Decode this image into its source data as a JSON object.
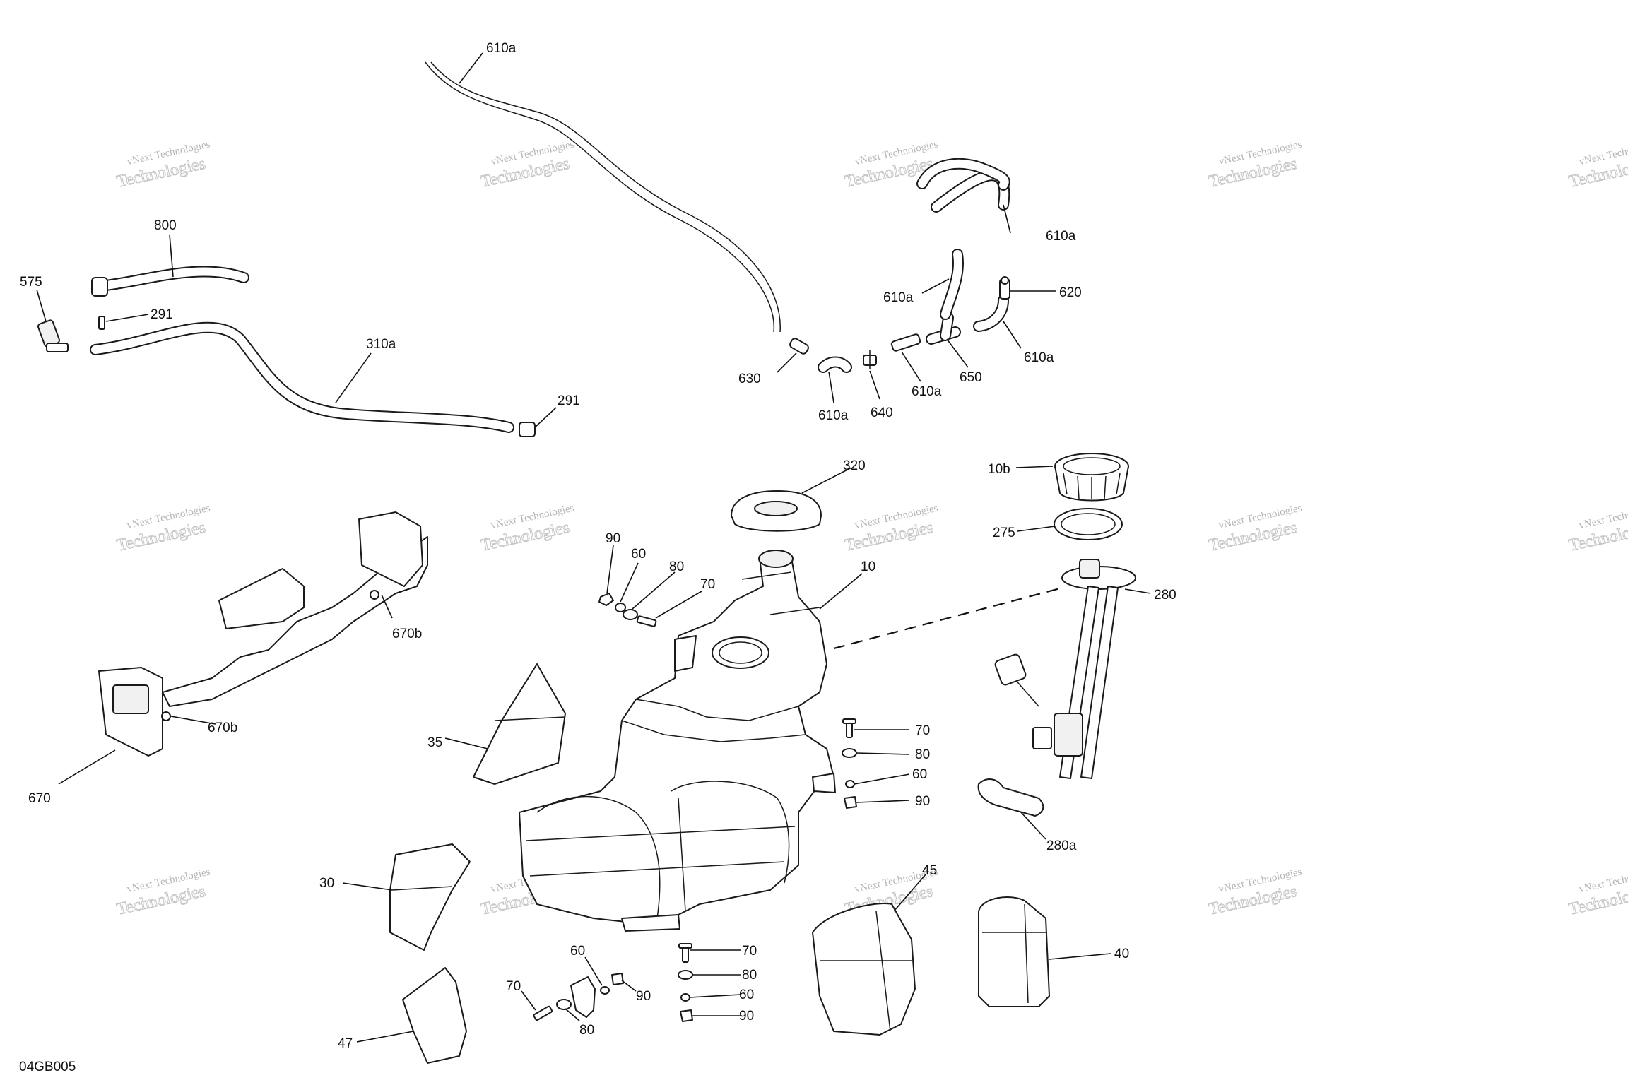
{
  "diagram_code": "04GB005",
  "watermark": {
    "line1": "vNext Technologies",
    "line2": "Technologies"
  },
  "callouts": [
    {
      "id": "c-610a-top",
      "text": "610a"
    },
    {
      "id": "c-800",
      "text": "800"
    },
    {
      "id": "c-575",
      "text": "575"
    },
    {
      "id": "c-291-a",
      "text": "291"
    },
    {
      "id": "c-310a",
      "text": "310a"
    },
    {
      "id": "c-291-b",
      "text": "291"
    },
    {
      "id": "c-610a-loop",
      "text": "610a"
    },
    {
      "id": "c-610a-elbow",
      "text": "610a"
    },
    {
      "id": "c-620",
      "text": "620"
    },
    {
      "id": "c-610a-right",
      "text": "610a"
    },
    {
      "id": "c-630",
      "text": "630"
    },
    {
      "id": "c-610a-small",
      "text": "610a"
    },
    {
      "id": "c-640",
      "text": "640"
    },
    {
      "id": "c-610a-tube",
      "text": "610a"
    },
    {
      "id": "c-650",
      "text": "650"
    },
    {
      "id": "c-320",
      "text": "320"
    },
    {
      "id": "c-10b",
      "text": "10b"
    },
    {
      "id": "c-275",
      "text": "275"
    },
    {
      "id": "c-90-top",
      "text": "90"
    },
    {
      "id": "c-60-top",
      "text": "60"
    },
    {
      "id": "c-80-top",
      "text": "80"
    },
    {
      "id": "c-70-top",
      "text": "70"
    },
    {
      "id": "c-10",
      "text": "10"
    },
    {
      "id": "c-280",
      "text": "280"
    },
    {
      "id": "c-670b-a",
      "text": "670b"
    },
    {
      "id": "c-670b-b",
      "text": "670b"
    },
    {
      "id": "c-670",
      "text": "670"
    },
    {
      "id": "c-35",
      "text": "35"
    },
    {
      "id": "c-70-right",
      "text": "70"
    },
    {
      "id": "c-80-right",
      "text": "80"
    },
    {
      "id": "c-60-right",
      "text": "60"
    },
    {
      "id": "c-90-right",
      "text": "90"
    },
    {
      "id": "c-280a",
      "text": "280a"
    },
    {
      "id": "c-30",
      "text": "30"
    },
    {
      "id": "c-45",
      "text": "45"
    },
    {
      "id": "c-40",
      "text": "40"
    },
    {
      "id": "c-60-bl",
      "text": "60"
    },
    {
      "id": "c-70-bc",
      "text": "70"
    },
    {
      "id": "c-80-bc",
      "text": "80"
    },
    {
      "id": "c-60-bc",
      "text": "60"
    },
    {
      "id": "c-90-bc",
      "text": "90"
    },
    {
      "id": "c-70-bl",
      "text": "70"
    },
    {
      "id": "c-90-bl",
      "text": "90"
    },
    {
      "id": "c-80-bl",
      "text": "80"
    },
    {
      "id": "c-47",
      "text": "47"
    }
  ]
}
